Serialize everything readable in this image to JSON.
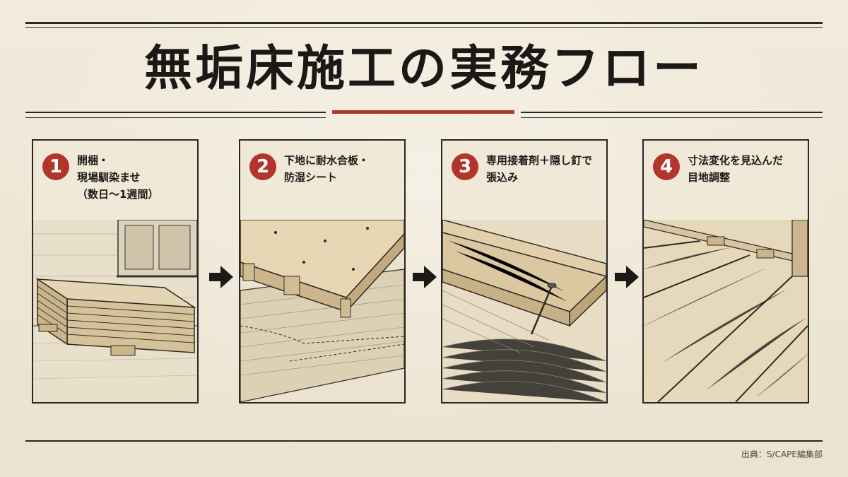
{
  "header": {
    "title": "無垢床施工の実務フロー"
  },
  "steps": [
    {
      "number": "1",
      "label": "開梱・\n現場馴染ませ\n（数日〜1週間）"
    },
    {
      "number": "2",
      "label": "下地に耐水合板・\n防湿シート"
    },
    {
      "number": "3",
      "label": "専用接着剤＋隠し釘で\n張込み"
    },
    {
      "number": "4",
      "label": "寸法変化を見込んだ\n目地調整"
    }
  ],
  "footer": {
    "source": "出典：S/CAPE編集部"
  },
  "colors": {
    "accent": "#b3342a",
    "ink": "#1c1a17",
    "paper": "#efe7d6"
  },
  "icons": [
    "right-arrow-icon"
  ]
}
